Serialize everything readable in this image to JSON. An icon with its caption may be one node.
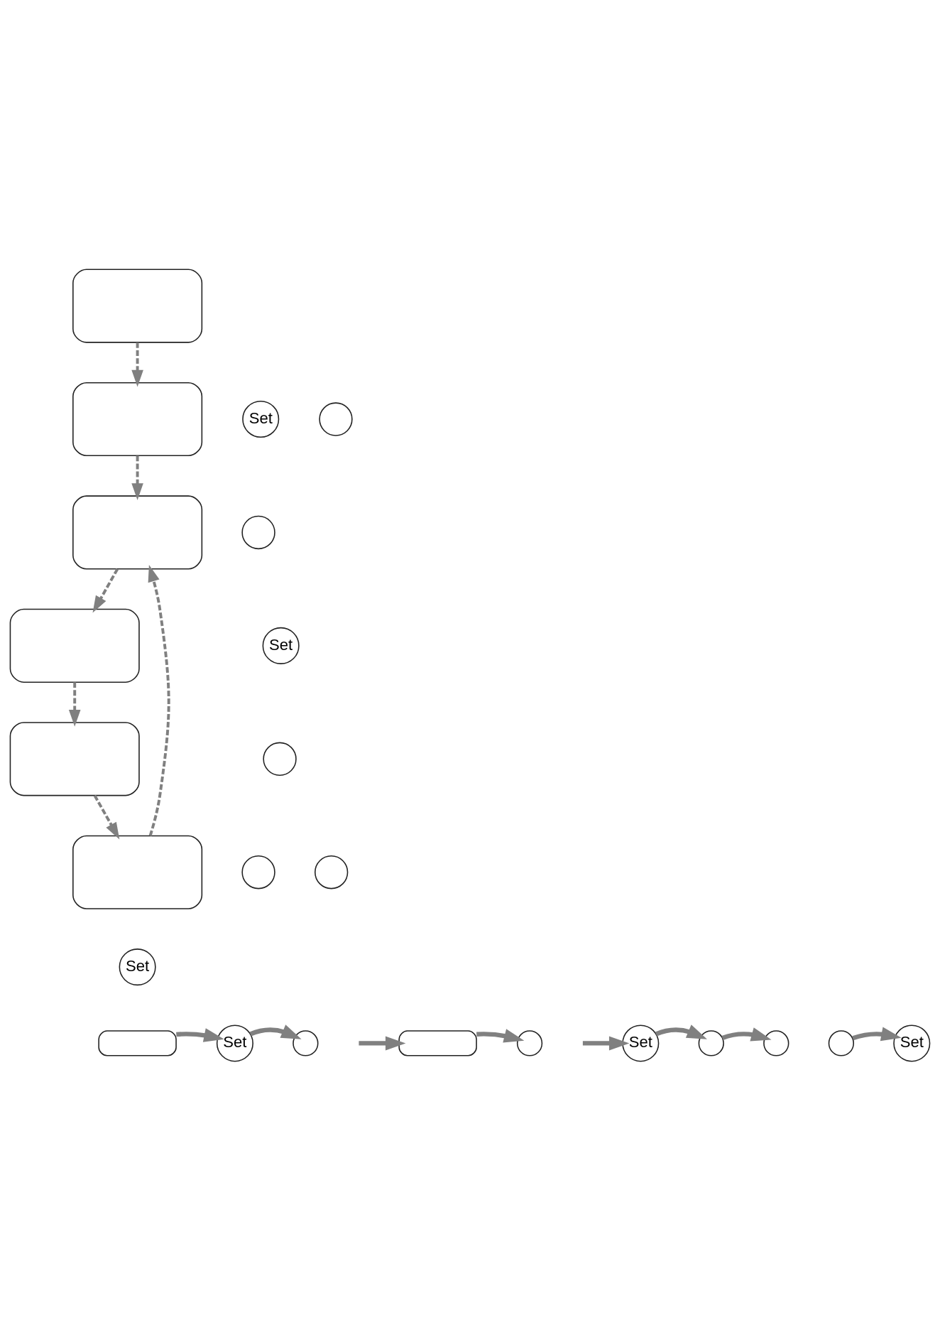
{
  "diagram": {
    "nodes": [
      {
        "text": [],
        "shape": "box"
      },
      {
        "text": [],
        "shape": "box"
      },
      {
        "text": [],
        "shape": "box"
      },
      {
        "text": [],
        "shape": "box"
      },
      {
        "text": [],
        "shape": "box"
      },
      {
        "text": [],
        "shape": "box"
      },
      {
        "text": [
          "Set"
        ]
      },
      {
        "text": [],
        "shape": "circle"
      },
      {
        "text": [],
        "shape": "circle"
      },
      {
        "text": [
          "Set"
        ]
      },
      {
        "text": [],
        "shape": "circle"
      },
      {
        "text": [],
        "shape": "circle"
      },
      {
        "text": [],
        "shape": "circle"
      },
      {
        "text": [
          "Set"
        ]
      },
      {
        "text": [],
        "shape": "box"
      },
      {
        "text": [
          "Set"
        ]
      },
      {
        "text": [],
        "shape": "circle"
      },
      {
        "text": [],
        "shape": "box"
      },
      {
        "text": [],
        "shape": "circle"
      },
      {
        "text": [
          "Set"
        ]
      },
      {
        "text": [],
        "shape": "circle"
      },
      {
        "text": [],
        "shape": "circle"
      },
      {
        "text": [],
        "shape": "circle"
      },
      {
        "text": [
          "Set"
        ]
      }
    ],
    "edges": [
      {
        "from": 0,
        "to": 1,
        "arrow": "to",
        "style": "dashed"
      },
      {
        "from": 1,
        "to": 2,
        "arrow": "to",
        "style": "dashed"
      },
      {
        "from": 2,
        "to": 3,
        "arrow": "to",
        "style": "dashed"
      },
      {
        "from": 3,
        "to": 4,
        "arrow": "to",
        "style": "dashed"
      },
      {
        "from": 4,
        "to": 5,
        "arrow": "to",
        "style": "dashed"
      },
      {
        "from": 5,
        "to": 2,
        "arrow": "to",
        "style": "dashed"
      },
      {
        "from": 14,
        "to": 15,
        "arrow": "to"
      },
      {
        "from": 15,
        "to": 16,
        "arrow": "to"
      },
      {
        "from": null,
        "to": 17,
        "arrow": "to"
      },
      {
        "from": 17,
        "to": 18,
        "arrow": "to"
      },
      {
        "from": null,
        "to": 19,
        "arrow": "to"
      },
      {
        "from": 19,
        "to": 20,
        "arrow": "to"
      },
      {
        "from": 20,
        "to": 21,
        "arrow": "to"
      },
      {
        "from": 22,
        "to": 23,
        "arrow": "to"
      }
    ]
  }
}
